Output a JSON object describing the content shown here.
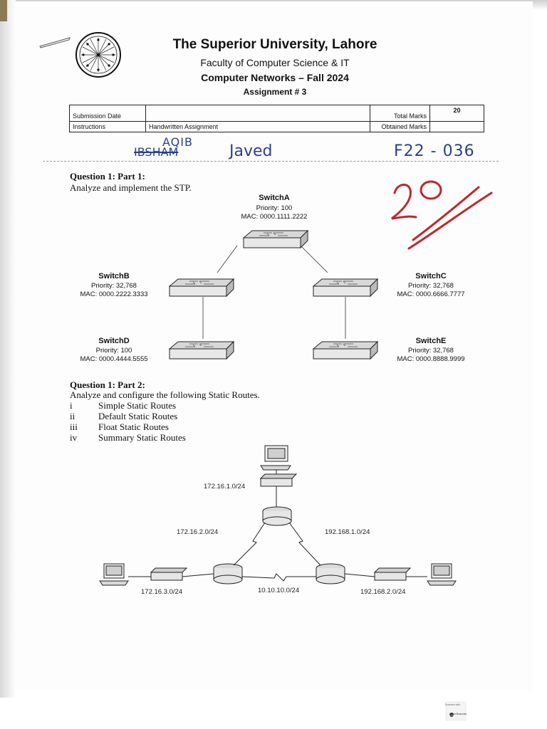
{
  "header": {
    "university": "The Superior University, Lahore",
    "faculty": "Faculty of Computer Science & IT",
    "course": "Computer Networks – Fall 2024",
    "assignment": "Assignment # 3"
  },
  "info_table": {
    "submission_date_label": "Submission Date",
    "submission_date_value": "",
    "total_marks_label": "Total Marks",
    "total_marks_value": "20",
    "instructions_label": "Instructions",
    "instructions_value": "Handwritten Assignment",
    "obtained_marks_label": "Obtained Marks",
    "obtained_marks_value": ""
  },
  "handwriting": {
    "name_correction": "AQIB",
    "name_struck": "IBSHAM",
    "surname": "Javed",
    "roll_number": "F22 - 036",
    "score": "20"
  },
  "question1_part1": {
    "heading": "Question 1: Part 1:",
    "text": "Analyze and implement the STP.",
    "switches": {
      "a": {
        "name": "SwitchA",
        "priority": "Priority: 100",
        "mac": "MAC: 0000.1111.2222"
      },
      "b": {
        "name": "SwitchB",
        "priority": "Priority: 32,768",
        "mac": "MAC: 0000.2222.3333"
      },
      "c": {
        "name": "SwitchC",
        "priority": "Priority: 32,768",
        "mac": "MAC: 0000.6666.7777"
      },
      "d": {
        "name": "SwitchD",
        "priority": "Priority: 100",
        "mac": "MAC: 0000.4444.5555"
      },
      "e": {
        "name": "SwitchE",
        "priority": "Priority: 32,768",
        "mac": "MAC: 0000.8888.9999"
      }
    }
  },
  "question1_part2": {
    "heading": "Question 1: Part 2:",
    "text": "Analyze and configure the following Static Routes.",
    "items": [
      {
        "num": "i",
        "label": "Simple Static Routes"
      },
      {
        "num": "ii",
        "label": "Default Static Routes"
      },
      {
        "num": "iii",
        "label": "Float Static Routes"
      },
      {
        "num": "iv",
        "label": "Summary Static Routes"
      }
    ],
    "networks": {
      "top_lan": "172.16.1.0/24",
      "left_wan": "172.16.2.0/24",
      "right_wan": "192.168.1.0/24",
      "bottom_wan": "10.10.10.0/24",
      "left_lan": "172.16.3.0/24",
      "right_lan": "192.168.2.0/24"
    }
  },
  "scanner": {
    "text": "Scanned with",
    "brand": "CamScanner"
  }
}
